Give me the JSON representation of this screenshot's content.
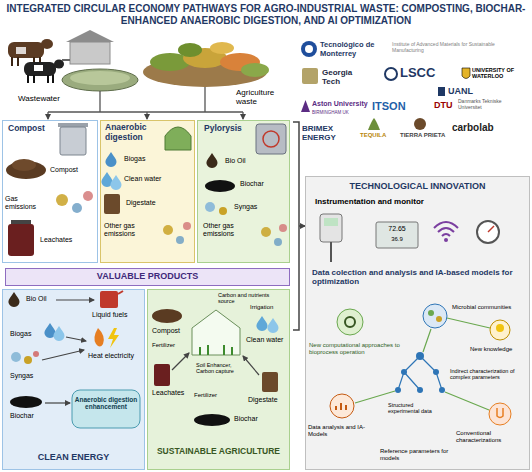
{
  "diagram": {
    "title": "INTEGRATED CIRCULAR ECONOMY PATHWAYS FOR AGRO-INDUSTRIAL WASTE: COMPOSTING, BIOCHAR- ENHANCED ANAEROBIC DIGESTION, AND AI OPTIMIZATION",
    "nodes": [
      {
        "text": [
          "Compost"
        ]
      },
      {
        "text": [
          "Anaerobic digestion"
        ]
      },
      {
        "text": [
          "Pylorysis"
        ]
      },
      {
        "text": [
          "TECHNOLOGICAL INNOVATION"
        ]
      },
      {
        "text": [
          "VALUABLE PRODUCTS"
        ]
      },
      {
        "text": [
          "CLEAN ENERGY"
        ]
      },
      {
        "text": [
          "SUSTAINABLE AGRICULTURE"
        ]
      }
    ],
    "labels": [
      "Wastewater",
      "Agriculture waste",
      "Tecnológico de Monterrey",
      "Institute of Advanced Materials for Sustainable Manufacturing",
      "Georgia Tech",
      "LSCC",
      "UNIVERSITY OF WATERLOO",
      "UANL",
      "Aston University",
      "BIRMINGHAM UK",
      "ITSON",
      "DTU",
      "Danmarks Tekniske Universitet",
      "BRIMEX ENERGY",
      "TEQUILA",
      "TIERRA PRIETA",
      "carbolab",
      "Compost",
      "Gas emissions",
      "Leachates",
      "Biogas",
      "Clean water",
      "Digestate",
      "Other gas emissions",
      "Bio Oil",
      "Biochar",
      "Syngas",
      "Other gas emissions",
      "Bio Oil",
      "Liquid fuels",
      "Biogas",
      "Heat electricity",
      "Syngas",
      "Biochar",
      "Anaerobic digestion enhancement",
      "Carbon and nutrients source",
      "Compost",
      "Irrigation",
      "Clean water",
      "Fertilizer",
      "Soil Enhancer, Carbon capture",
      "Leachates",
      "Fertilizer",
      "Digestate",
      "Biochar",
      "Instrumentation and monitor",
      "72.65",
      "36.9",
      "Data colection and analysis and IA-based models for optimization",
      "New computational approaches to bioprocess operation",
      "Microbial communities",
      "New knowledge",
      "Indirect characterization of complex parameters",
      "Data analysis and IA-Models",
      "Structured experimental data",
      "Conventional characterizations",
      "Reference parameters for models"
    ]
  }
}
